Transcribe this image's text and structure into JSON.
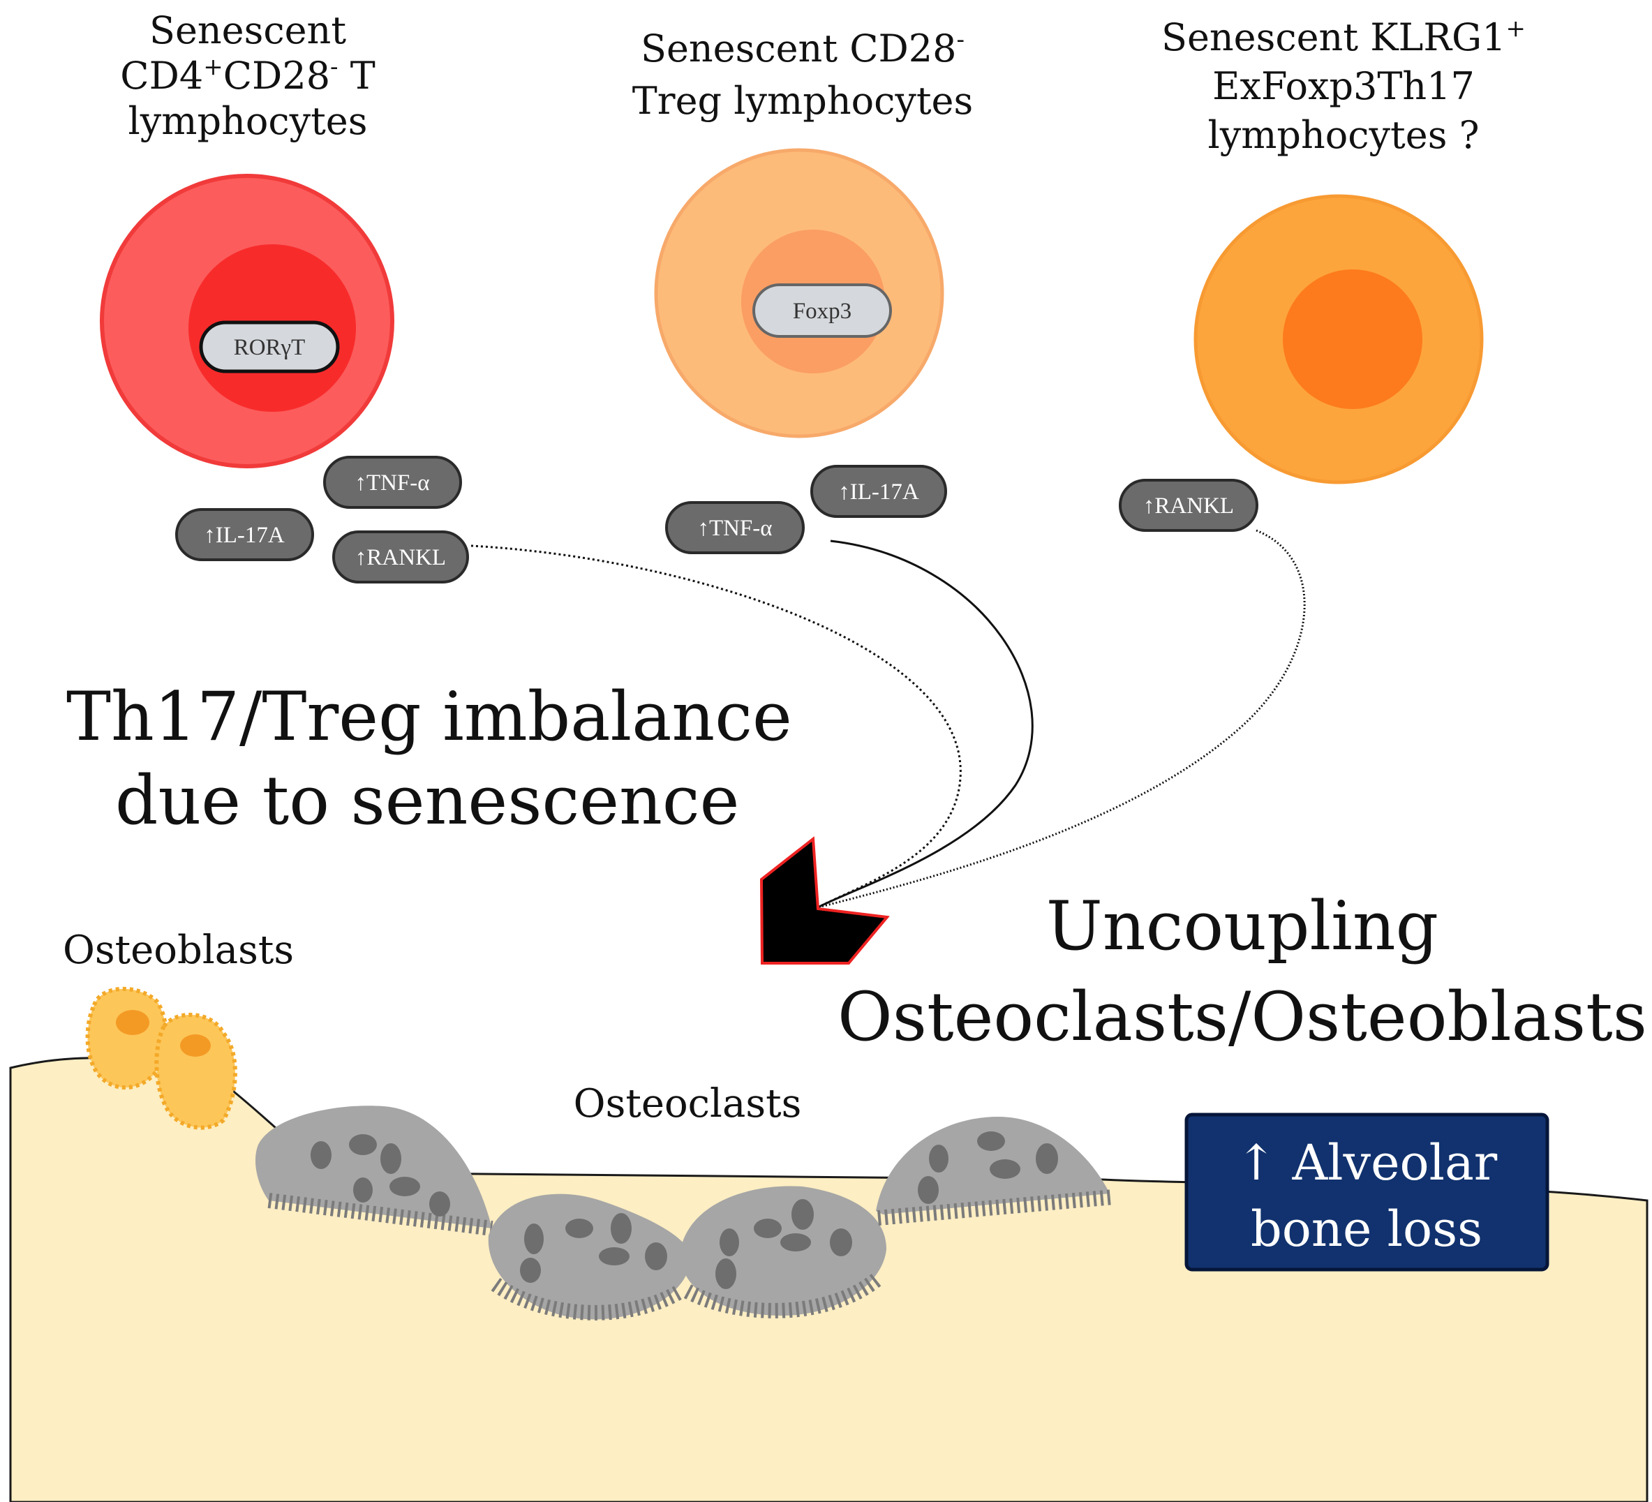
{
  "cells": [
    {
      "title_lines": [
        {
          "parts": [
            {
              "t": "Senescent"
            }
          ]
        },
        {
          "parts": [
            {
              "t": "CD4"
            },
            {
              "t": "+",
              "sup": true
            },
            {
              "t": "CD28"
            },
            {
              "t": "-",
              "sup": true
            },
            {
              "t": " T"
            }
          ]
        },
        {
          "parts": [
            {
              "t": "lymphocytes"
            }
          ]
        }
      ],
      "nucleus_label": "RORγT",
      "colors": {
        "outer": "#fc5c5c",
        "inner": "#f82b2b",
        "ring": "#f13a3a"
      },
      "markers": [
        "↑TNF-α",
        "↑IL-17A",
        "↑RANKL"
      ]
    },
    {
      "title_lines": [
        {
          "parts": [
            {
              "t": "Senescent CD28"
            },
            {
              "t": "-",
              "sup": true
            }
          ]
        },
        {
          "parts": [
            {
              "t": "Treg lymphocytes"
            }
          ]
        }
      ],
      "nucleus_label": "Foxp3",
      "colors": {
        "outer": "#fdbb79",
        "inner": "#fb9e63",
        "ring": "#f7a96a"
      },
      "markers": [
        "↑IL-17A",
        "↑TNF-α"
      ]
    },
    {
      "title_lines": [
        {
          "parts": [
            {
              "t": "Senescent KLRG1"
            },
            {
              "t": "+",
              "sup": true
            }
          ]
        },
        {
          "parts": [
            {
              "t": "ExFoxp3Th17"
            }
          ]
        },
        {
          "parts": [
            {
              "t": "lymphocytes ?"
            }
          ]
        }
      ],
      "nucleus_label": "",
      "colors": {
        "outer": "#fda53d",
        "inner": "#fd7b1c",
        "ring": "#f79a32"
      },
      "markers": [
        "↑RANKL"
      ]
    }
  ],
  "imbalance_lines": [
    "Th17/Treg  imbalance",
    "due to senescence"
  ],
  "uncoupling_lines": [
    "Uncoupling",
    "Osteoclasts/Osteoblasts"
  ],
  "osteoblasts_label": "Osteoblasts",
  "osteoclasts_label": "Osteoclasts",
  "bone_loss_lines": [
    "↑ Alveolar",
    "bone loss"
  ],
  "colors": {
    "bone": "#fdeec3",
    "osteoclast": "#a6a6a6",
    "osteoclast_nucleus": "#6e6e6e",
    "osteoblast": "#fdc659",
    "marker_pill": "#6b6b6b",
    "box": "#11326e",
    "arrow_head": "#000000",
    "arrow_edge": "#ee2222"
  }
}
